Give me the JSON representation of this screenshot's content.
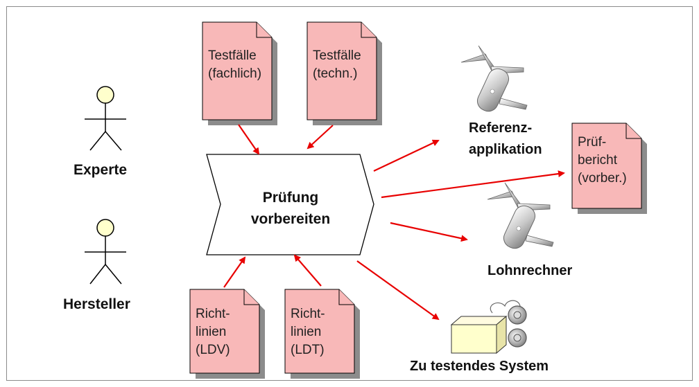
{
  "actors": [
    {
      "id": "experte",
      "name": "Experte"
    },
    {
      "id": "hersteller",
      "name": "Hersteller"
    }
  ],
  "process": {
    "line1": "Prüfung",
    "line2": "vorbereiten"
  },
  "inputs": [
    {
      "id": "tf-fachlich",
      "lines": [
        "Testfälle",
        "(fachlich)"
      ]
    },
    {
      "id": "tf-techn",
      "lines": [
        "Testfälle",
        "(techn.)"
      ]
    },
    {
      "id": "rl-ldv",
      "lines": [
        "Richt-",
        "linien",
        "(LDV)"
      ]
    },
    {
      "id": "rl-ldt",
      "lines": [
        "Richt-",
        "linien",
        "(LDT)"
      ]
    }
  ],
  "outputs": [
    {
      "id": "referenz",
      "lines": [
        "Referenz-",
        "applikation"
      ],
      "icon": "swiss-army-knife-icon"
    },
    {
      "id": "pruefbericht",
      "lines": [
        "Prüf-",
        "bericht",
        "(vorber.)"
      ],
      "icon": "document-icon"
    },
    {
      "id": "lohnrechner",
      "lines": [
        "Lohnrechner"
      ],
      "icon": "swiss-army-knife-icon"
    },
    {
      "id": "system",
      "lines": [
        "Zu testendes System"
      ],
      "icon": "box-with-gears-icon"
    }
  ],
  "colors": {
    "document_fill": "#f8b8b8",
    "document_shadow": "#8c8c8c",
    "arrow": "#e80000",
    "actor_head": "#ffffcc",
    "box_fill": "#ffffcc"
  }
}
